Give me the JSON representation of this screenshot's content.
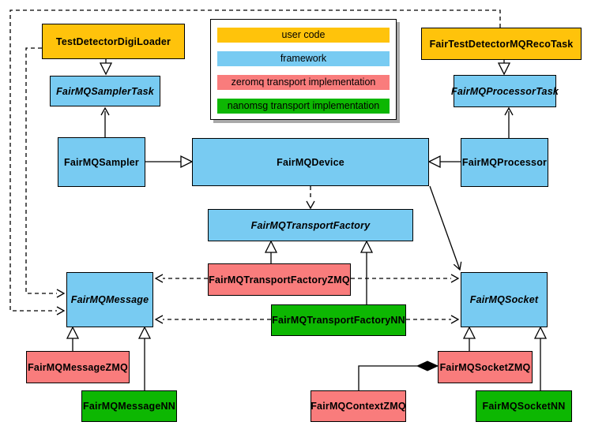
{
  "legend": {
    "items": [
      {
        "label": "user code",
        "color": "#FFC30B"
      },
      {
        "label": "framework",
        "color": "#78CBF2"
      },
      {
        "label": "zeromq transport implementation",
        "color": "#F97C7C"
      },
      {
        "label": "nanomsg transport implementation",
        "color": "#0DB702"
      }
    ]
  },
  "nodes": [
    {
      "label": "TestDetectorDigiLoader",
      "category": "user code",
      "abstract": false,
      "color": "#FFC30B"
    },
    {
      "label": "FairTestDetectorMQRecoTask",
      "category": "user code",
      "abstract": false,
      "color": "#FFC30B"
    },
    {
      "label": "FairMQSamplerTask",
      "category": "framework",
      "abstract": true,
      "color": "#78CBF2"
    },
    {
      "label": "FairMQProcessorTask",
      "category": "framework",
      "abstract": true,
      "color": "#78CBF2"
    },
    {
      "label": "FairMQSampler",
      "category": "framework",
      "abstract": false,
      "color": "#78CBF2"
    },
    {
      "label": "FairMQDevice",
      "category": "framework",
      "abstract": false,
      "color": "#78CBF2"
    },
    {
      "label": "FairMQProcessor",
      "category": "framework",
      "abstract": false,
      "color": "#78CBF2"
    },
    {
      "label": "FairMQTransportFactory",
      "category": "framework",
      "abstract": true,
      "color": "#78CBF2"
    },
    {
      "label": "FairMQTransportFactoryZMQ",
      "category": "zeromq transport implementation",
      "abstract": false,
      "color": "#F97C7C"
    },
    {
      "label": "FairMQTransportFactoryNN",
      "category": "nanomsg transport implementation",
      "abstract": false,
      "color": "#0DB702"
    },
    {
      "label": "FairMQMessage",
      "category": "framework",
      "abstract": true,
      "color": "#78CBF2"
    },
    {
      "label": "FairMQSocket",
      "category": "framework",
      "abstract": true,
      "color": "#78CBF2"
    },
    {
      "label": "FairMQMessageZMQ",
      "category": "zeromq transport implementation",
      "abstract": false,
      "color": "#F97C7C"
    },
    {
      "label": "FairMQMessageNN",
      "category": "nanomsg transport implementation",
      "abstract": false,
      "color": "#0DB702"
    },
    {
      "label": "FairMQSocketZMQ",
      "category": "zeromq transport implementation",
      "abstract": false,
      "color": "#F97C7C"
    },
    {
      "label": "FairMQSocketNN",
      "category": "nanomsg transport implementation",
      "abstract": false,
      "color": "#0DB702"
    },
    {
      "label": "FairMQContextZMQ",
      "category": "zeromq transport implementation",
      "abstract": false,
      "color": "#F97C7C"
    }
  ],
  "edges": [
    {
      "from": "TestDetectorDigiLoader",
      "to": "FairMQSamplerTask",
      "type": "inheritance"
    },
    {
      "from": "FairTestDetectorMQRecoTask",
      "to": "FairMQProcessorTask",
      "type": "inheritance"
    },
    {
      "from": "FairMQSampler",
      "to": "FairMQDevice",
      "type": "inheritance"
    },
    {
      "from": "FairMQProcessor",
      "to": "FairMQDevice",
      "type": "inheritance"
    },
    {
      "from": "FairMQTransportFactoryZMQ",
      "to": "FairMQTransportFactory",
      "type": "inheritance"
    },
    {
      "from": "FairMQTransportFactoryNN",
      "to": "FairMQTransportFactory",
      "type": "inheritance"
    },
    {
      "from": "FairMQMessageZMQ",
      "to": "FairMQMessage",
      "type": "inheritance"
    },
    {
      "from": "FairMQMessageNN",
      "to": "FairMQMessage",
      "type": "inheritance"
    },
    {
      "from": "FairMQSocketZMQ",
      "to": "FairMQSocket",
      "type": "inheritance"
    },
    {
      "from": "FairMQSocketNN",
      "to": "FairMQSocket",
      "type": "inheritance"
    },
    {
      "from": "FairMQSampler",
      "to": "FairMQSamplerTask",
      "type": "association"
    },
    {
      "from": "FairMQProcessor",
      "to": "FairMQProcessorTask",
      "type": "association"
    },
    {
      "from": "FairMQDevice",
      "to": "FairMQSocket",
      "type": "association"
    },
    {
      "from": "FairMQDevice",
      "to": "FairMQTransportFactory",
      "type": "dependency"
    },
    {
      "from": "TestDetectorDigiLoader",
      "to": "FairMQMessage",
      "type": "dependency"
    },
    {
      "from": "FairTestDetectorMQRecoTask",
      "to": "FairMQMessage",
      "type": "dependency"
    },
    {
      "from": "FairMQTransportFactoryZMQ",
      "to": "FairMQMessage",
      "type": "dependency"
    },
    {
      "from": "FairMQTransportFactoryZMQ",
      "to": "FairMQSocket",
      "type": "dependency"
    },
    {
      "from": "FairMQTransportFactoryNN",
      "to": "FairMQMessage",
      "type": "dependency"
    },
    {
      "from": "FairMQTransportFactoryNN",
      "to": "FairMQSocket",
      "type": "dependency"
    },
    {
      "from": "FairMQSocketZMQ",
      "to": "FairMQContextZMQ",
      "type": "composition"
    }
  ]
}
